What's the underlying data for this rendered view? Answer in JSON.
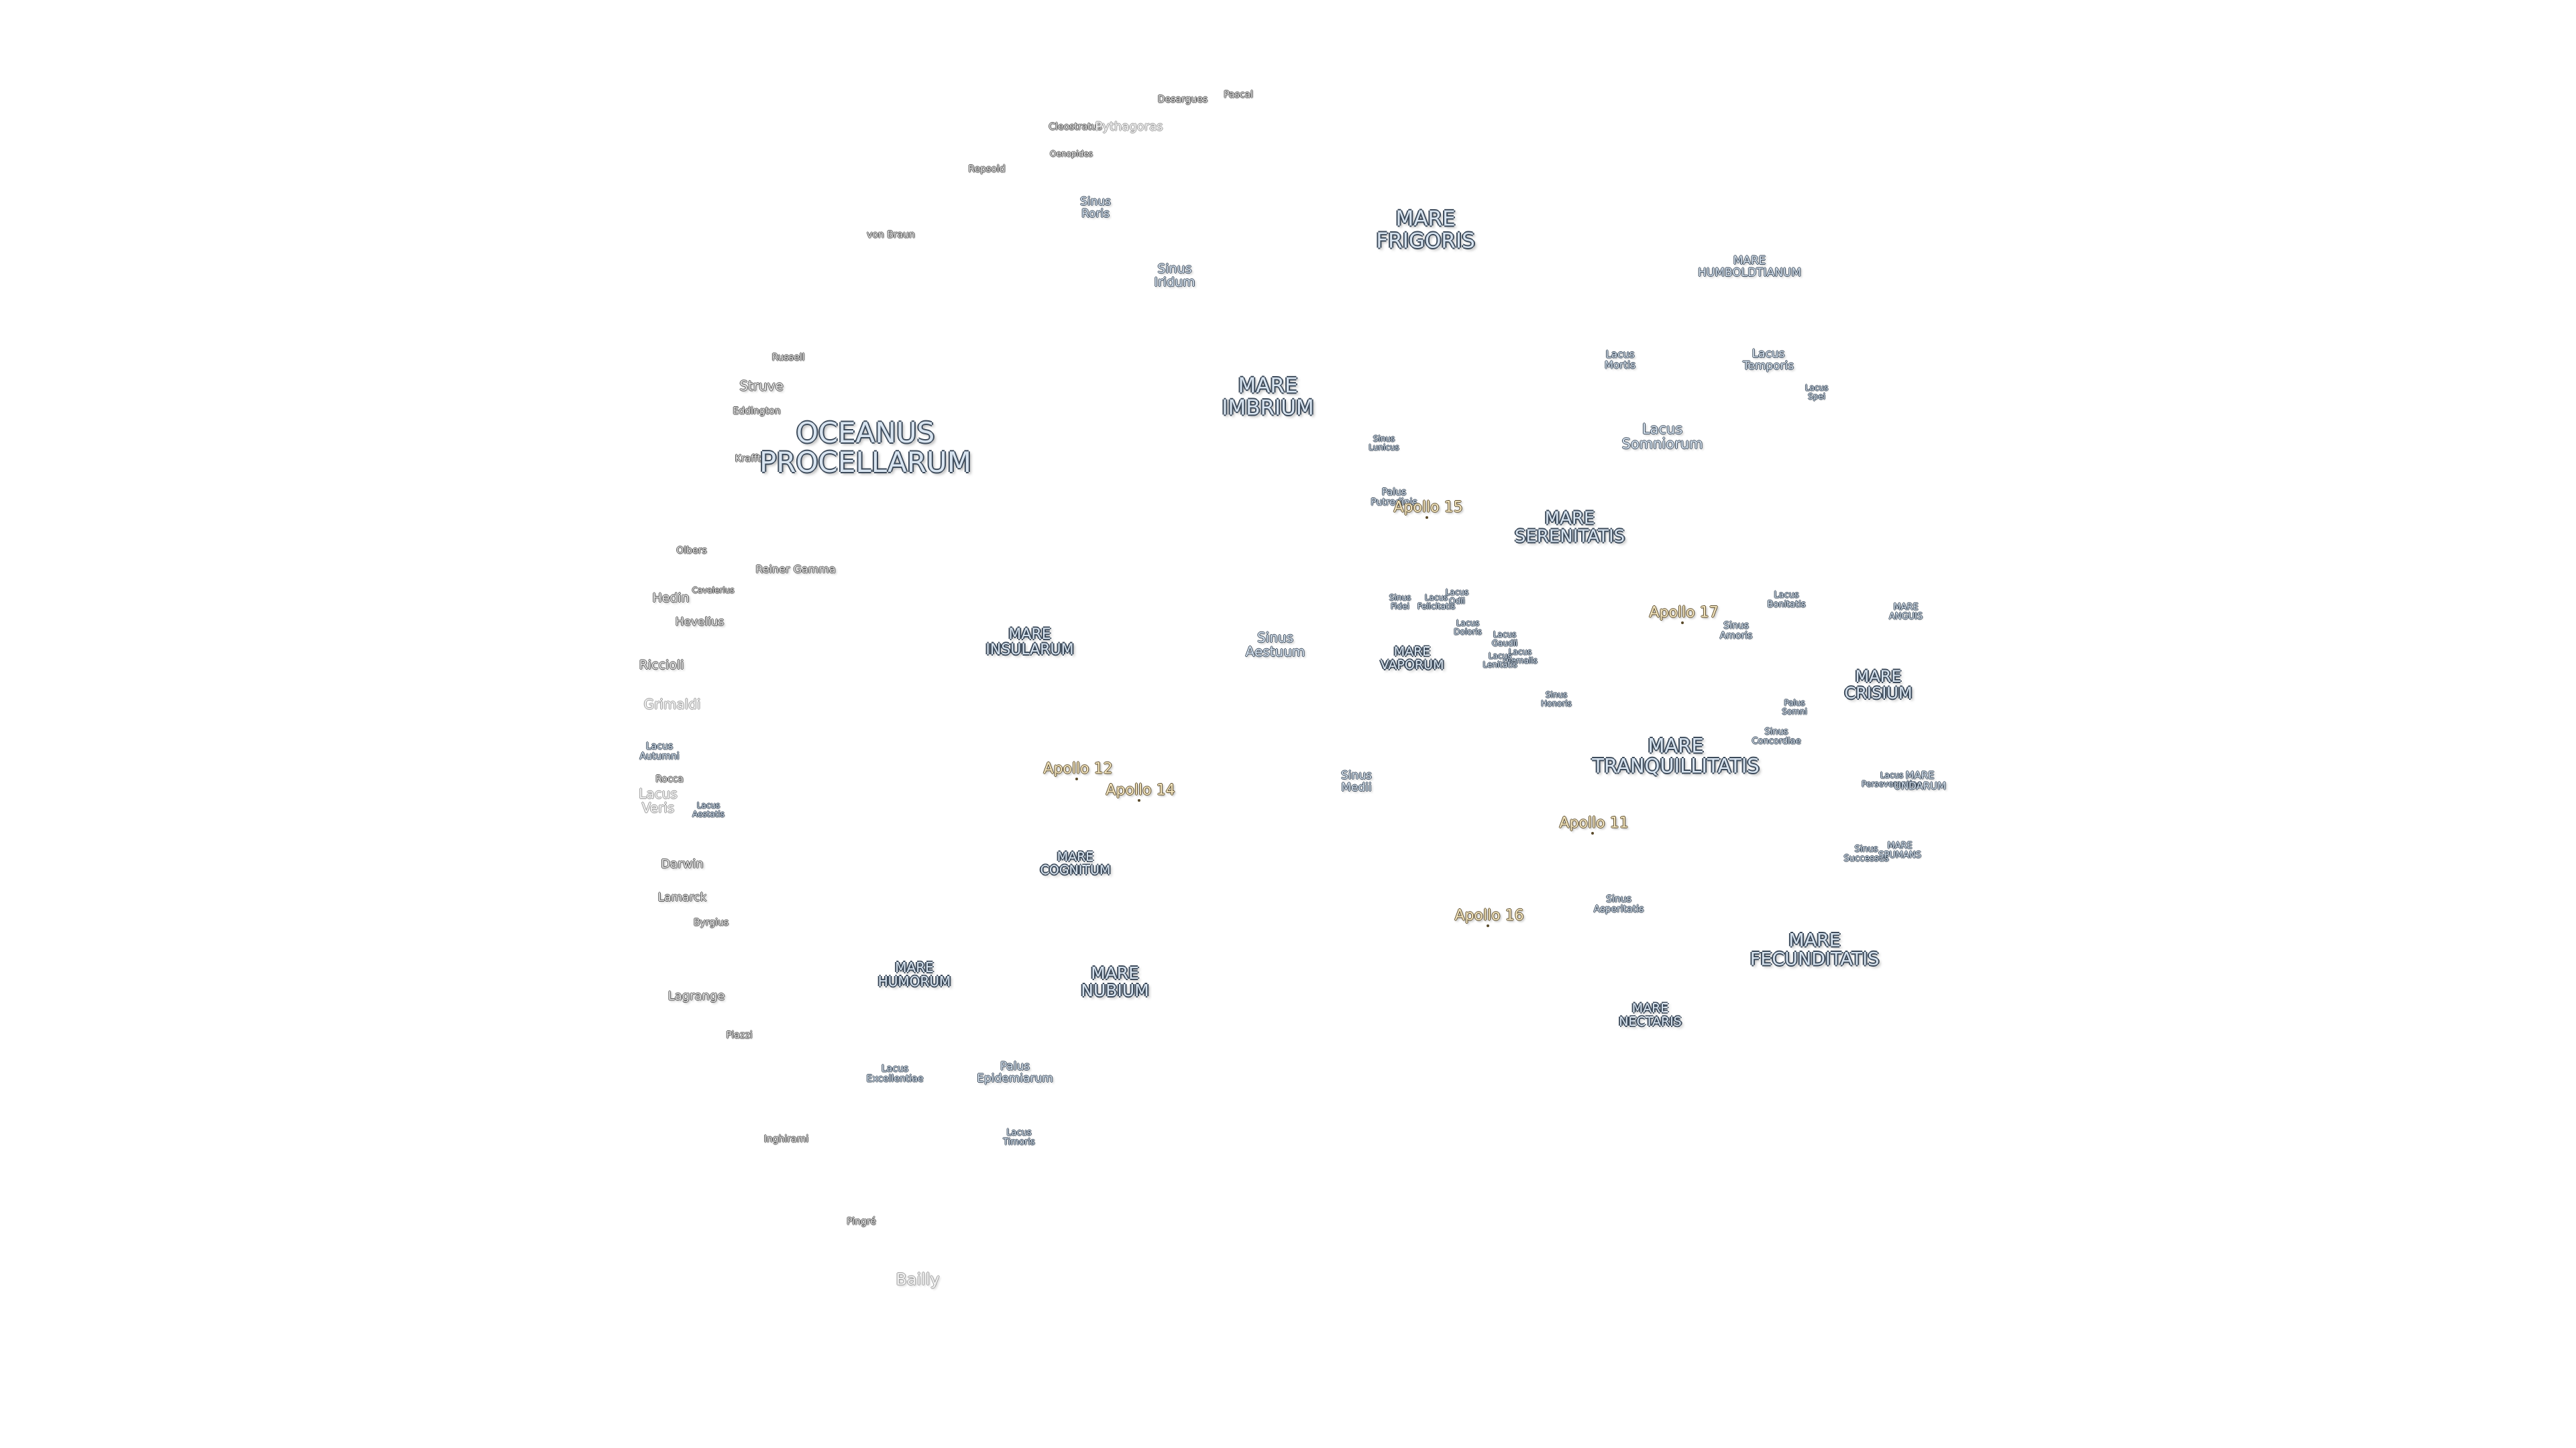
{
  "map": {
    "oceanus": [
      {
        "id": "oceanus-procellarum",
        "name": "OCEANUS\nPROCELLARUM"
      }
    ],
    "maria": [
      {
        "id": "mare-frigoris",
        "name": "MARE\nFRIGORIS"
      },
      {
        "id": "mare-imbrium",
        "name": "MARE\nIMBRIUM"
      },
      {
        "id": "mare-serenitatis",
        "name": "MARE\nSERENITATIS"
      },
      {
        "id": "mare-insularum",
        "name": "MARE\nINSULARUM"
      },
      {
        "id": "mare-vaporum",
        "name": "MARE\nVAPORUM"
      },
      {
        "id": "mare-crisium",
        "name": "MARE\nCRISIUM"
      },
      {
        "id": "mare-tranquillitatis",
        "name": "MARE\nTRANQUILLITATIS"
      },
      {
        "id": "mare-cognitum",
        "name": "MARE\nCOGNITUM"
      },
      {
        "id": "mare-humorum",
        "name": "MARE\nHUMORUM"
      },
      {
        "id": "mare-nubium",
        "name": "MARE\nNUBIUM"
      },
      {
        "id": "mare-fecunditatis",
        "name": "MARE\nFECUNDITATIS"
      },
      {
        "id": "mare-nectaris",
        "name": "MARE\nNECTARIS"
      }
    ],
    "minor_features": [
      {
        "id": "mare-humboldtianum",
        "name": "MARE\nHUMBOLDTIANUM"
      },
      {
        "id": "sinus-roris",
        "name": "Sinus\nRoris"
      },
      {
        "id": "sinus-iridum",
        "name": "Sinus\nIridum"
      },
      {
        "id": "lacus-mortis",
        "name": "Lacus\nMortis"
      },
      {
        "id": "lacus-temporis",
        "name": "Lacus\nTemporis"
      },
      {
        "id": "lacus-spei",
        "name": "Lacus\nSpei"
      },
      {
        "id": "lacus-somniorum",
        "name": "Lacus\nSomniorum"
      },
      {
        "id": "sinus-lunicus",
        "name": "Sinus\nLunicus"
      },
      {
        "id": "palus-putredinis",
        "name": "Palus\nPutredinis"
      },
      {
        "id": "sinus-aestuum",
        "name": "Sinus\nAestuum"
      },
      {
        "id": "sinus-fidei",
        "name": "Sinus\nFidei"
      },
      {
        "id": "lacus-felicitatis",
        "name": "Lacus\nFelicitatis"
      },
      {
        "id": "lacus-odii",
        "name": "Lacus\nOdii"
      },
      {
        "id": "lacus-doloris",
        "name": "Lacus\nDoloris"
      },
      {
        "id": "lacus-gaudii",
        "name": "Lacus\nGaudii"
      },
      {
        "id": "lacus-hiemalis",
        "name": "Lacus\nHiemalis"
      },
      {
        "id": "lacus-lenitatis",
        "name": "Lacus\nLenitatis"
      },
      {
        "id": "sinus-honoris",
        "name": "Sinus\nHonoris"
      },
      {
        "id": "lacus-bonitatis",
        "name": "Lacus\nBonitatis"
      },
      {
        "id": "sinus-amoris",
        "name": "Sinus\nAmoris"
      },
      {
        "id": "mare-anguis",
        "name": "MARE\nANGUIS"
      },
      {
        "id": "palus-somni",
        "name": "Palus\nSomni"
      },
      {
        "id": "sinus-concordiae",
        "name": "Sinus\nConcordiae"
      },
      {
        "id": "lacus-perseverantiae",
        "name": "Lacus\nPerseverantiae"
      },
      {
        "id": "mare-undarum",
        "name": "MARE\nUNDARUM"
      },
      {
        "id": "sinus-medii",
        "name": "Sinus\nMedii"
      },
      {
        "id": "sinus-asperitatis",
        "name": "Sinus\nAsperitatis"
      },
      {
        "id": "sinus-successus",
        "name": "Sinus\nSuccessus"
      },
      {
        "id": "mare-spumans",
        "name": "MARE\nSPUMANS"
      },
      {
        "id": "lacus-autumni",
        "name": "Lacus\nAutumni"
      },
      {
        "id": "lacus-aestatis",
        "name": "Lacus\nAestatis"
      },
      {
        "id": "lacus-excellentiae",
        "name": "Lacus\nExcellentiae"
      },
      {
        "id": "palus-epidemiarum",
        "name": "Palus\nEpidemiarum"
      },
      {
        "id": "lacus-timoris",
        "name": "Lacus\nTimoris"
      }
    ],
    "faded_features": [
      {
        "id": "lacus-veris",
        "name": "Lacus\nVeris"
      }
    ],
    "craters": [
      {
        "id": "pascal",
        "name": "Pascal"
      },
      {
        "id": "desargues",
        "name": "Desargues"
      },
      {
        "id": "cleostratus",
        "name": "Cleostratus"
      },
      {
        "id": "oenopides",
        "name": "Oenopides"
      },
      {
        "id": "repsold",
        "name": "Repsold"
      },
      {
        "id": "von-braun",
        "name": "von Braun"
      },
      {
        "id": "russell",
        "name": "Russell"
      },
      {
        "id": "struve",
        "name": "Struve"
      },
      {
        "id": "eddington",
        "name": "Eddington"
      },
      {
        "id": "krafft",
        "name": "Krafft"
      },
      {
        "id": "olbers",
        "name": "Olbers"
      },
      {
        "id": "reiner-gamma",
        "name": "Reiner Gamma"
      },
      {
        "id": "hedin",
        "name": "Hedin"
      },
      {
        "id": "cavalerius",
        "name": "Cavalerius"
      },
      {
        "id": "hevelius",
        "name": "Hevelius"
      },
      {
        "id": "riccioli",
        "name": "Riccioli"
      },
      {
        "id": "grimaldi",
        "name": "Grimaldi"
      },
      {
        "id": "rocca",
        "name": "Rocca"
      },
      {
        "id": "darwin",
        "name": "Darwin"
      },
      {
        "id": "lamarck",
        "name": "Lamarck"
      },
      {
        "id": "byrgius",
        "name": "Byrgius"
      },
      {
        "id": "lagrange",
        "name": "Lagrange"
      },
      {
        "id": "piazzi",
        "name": "Piazzi"
      },
      {
        "id": "inghirami",
        "name": "Inghirami"
      },
      {
        "id": "pingre",
        "name": "Pingré"
      },
      {
        "id": "bailly",
        "name": "Bailly"
      },
      {
        "id": "pythagoras",
        "name": "Pythagoras"
      }
    ],
    "apollo_sites": [
      {
        "id": "apollo-15",
        "name": "Apollo 15"
      },
      {
        "id": "apollo-17",
        "name": "Apollo 17"
      },
      {
        "id": "apollo-12",
        "name": "Apollo 12"
      },
      {
        "id": "apollo-14",
        "name": "Apollo 14"
      },
      {
        "id": "apollo-11",
        "name": "Apollo 11"
      },
      {
        "id": "apollo-16",
        "name": "Apollo 16"
      }
    ]
  }
}
